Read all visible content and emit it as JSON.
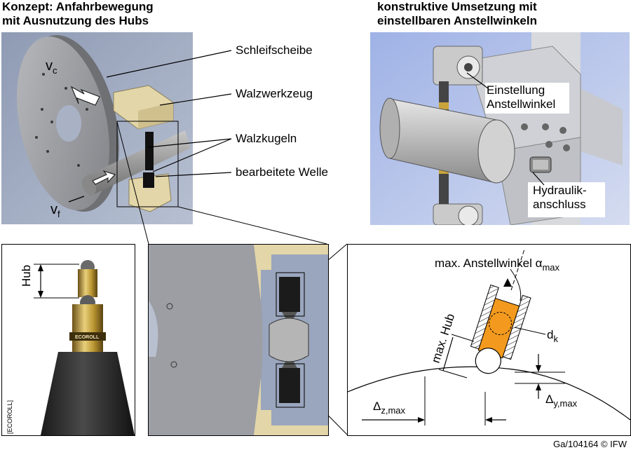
{
  "left_title": {
    "line1": "Konzept: Anfahrbewegung",
    "line2": "mit Ausnutzung des Hubs"
  },
  "right_title": {
    "line1": "konstruktive Umsetzung mit",
    "line2": "einstellbaren Anstellwinkeln"
  },
  "labels": {
    "schleifscheibe": "Schleifscheibe",
    "walzwerkzeug": "Walzwerkzeug",
    "walzkugeln": "Walzkugeln",
    "welle": "bearbeitete Welle",
    "vc": "v",
    "vc_sub": "c",
    "vf": "v",
    "vf_sub": "f"
  },
  "right_labels": {
    "einstellung1": "Einstellung",
    "einstellung2": "Anstellwinkel",
    "hydraulik1": "Hydraulik-",
    "hydraulik2": "anschluss"
  },
  "tool_photo": {
    "hub": "Hub",
    "brand": "ECOROLL",
    "credit": "[ECOROLL]"
  },
  "detail": {
    "angle_label": "max. Anstellwinkel α",
    "angle_sub": "max",
    "max_hub": "max. Hub",
    "dk": "d",
    "dk_sub": "k",
    "dz": "Δ",
    "dz_sub": "z,max",
    "dy": "Δ",
    "dy_sub": "y,max"
  },
  "footer": "Ga/104164 © IFW",
  "colors": {
    "panel_bg": "#9aa6bd",
    "tan": "#e3d6a8",
    "orange": "#f39a1e",
    "wheel": "#9c9ea3"
  }
}
